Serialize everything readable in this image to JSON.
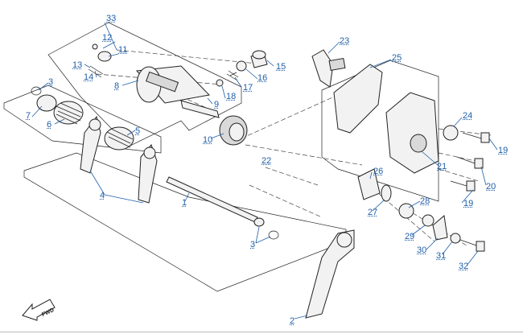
{
  "callouts": [
    {
      "id": "33",
      "text": "33"
    },
    {
      "id": "12",
      "text": "12"
    },
    {
      "id": "11",
      "text": "11"
    },
    {
      "id": "13",
      "text": "13"
    },
    {
      "id": "14",
      "text": "14"
    },
    {
      "id": "3a",
      "text": "3"
    },
    {
      "id": "8",
      "text": "8"
    },
    {
      "id": "7",
      "text": "7"
    },
    {
      "id": "6",
      "text": "6"
    },
    {
      "id": "15",
      "text": "15"
    },
    {
      "id": "16",
      "text": "16"
    },
    {
      "id": "17",
      "text": "17"
    },
    {
      "id": "18",
      "text": "18"
    },
    {
      "id": "9",
      "text": "9"
    },
    {
      "id": "5",
      "text": "5"
    },
    {
      "id": "10",
      "text": "10"
    },
    {
      "id": "22",
      "text": "22"
    },
    {
      "id": "4",
      "text": "4"
    },
    {
      "id": "1",
      "text": "1"
    },
    {
      "id": "3b",
      "text": "3"
    },
    {
      "id": "2",
      "text": "2"
    },
    {
      "id": "23",
      "text": "23"
    },
    {
      "id": "25",
      "text": "25"
    },
    {
      "id": "24",
      "text": "24"
    },
    {
      "id": "19a",
      "text": "19"
    },
    {
      "id": "21",
      "text": "21"
    },
    {
      "id": "20",
      "text": "20"
    },
    {
      "id": "26",
      "text": "26"
    },
    {
      "id": "28",
      "text": "28"
    },
    {
      "id": "19b",
      "text": "19"
    },
    {
      "id": "27",
      "text": "27"
    },
    {
      "id": "29",
      "text": "29"
    },
    {
      "id": "30",
      "text": "30"
    },
    {
      "id": "31",
      "text": "31"
    },
    {
      "id": "32",
      "text": "32"
    }
  ],
  "direction_badge": {
    "text": "FWD"
  },
  "colors": {
    "callout": "#1f5fa8",
    "line": "#222222"
  }
}
